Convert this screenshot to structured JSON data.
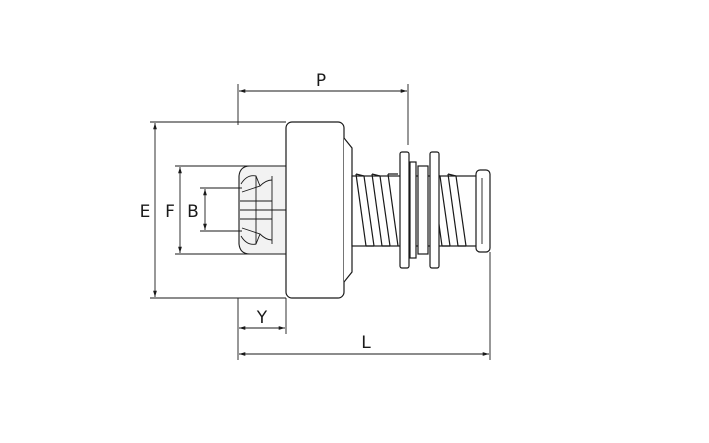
{
  "dimensions": {
    "P": "P",
    "E": "E",
    "F": "F",
    "B": "B",
    "Y": "Y",
    "L": "L"
  }
}
